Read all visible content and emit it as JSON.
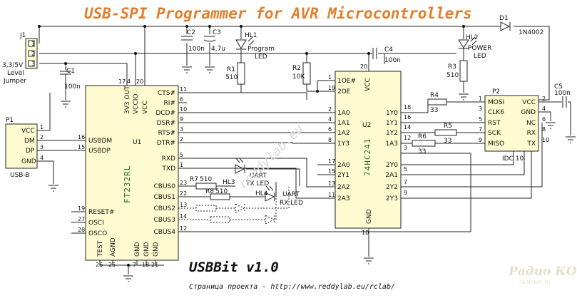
{
  "title": "USB-SPI Programmer for AVR Microcontrollers",
  "version": "USBBit v1.0",
  "project_line": "Страница проекта - http://www.reddylab.eu/rclab/",
  "watermark": "reddylab.eu",
  "logo": {
    "line1": "Радио КОТ",
    "line2": "radiokot.ru"
  },
  "j1": {
    "ref": "J1",
    "pins": [
      "1",
      "2",
      "3"
    ],
    "label1": "3,3/5V",
    "label2": "Level",
    "label3": "Jumper"
  },
  "p1": {
    "ref": "P1",
    "caption": "USB-B",
    "pins": [
      "VCC",
      "DM",
      "DP",
      "GND"
    ],
    "nums": [
      "1",
      "2",
      "3",
      "4"
    ]
  },
  "caps": {
    "c1": {
      "ref": "C1",
      "value": "100n"
    },
    "c2": {
      "ref": "C2",
      "value": "100n"
    },
    "c3": {
      "ref": "C3",
      "value": "4,7u"
    },
    "c4": {
      "ref": "C4",
      "value": "100n"
    },
    "c5": {
      "ref": "C5",
      "value": "100n"
    }
  },
  "resistors": {
    "r1": {
      "ref": "R1",
      "value": "510"
    },
    "r2": {
      "ref": "R2",
      "value": "10K"
    },
    "r3": {
      "ref": "R3",
      "value": "510"
    },
    "r4": {
      "ref": "R4",
      "value": "33"
    },
    "r5": {
      "ref": "R5",
      "value": "33"
    },
    "r6": {
      "ref": "R6",
      "value": "33"
    },
    "r7": {
      "ref": "R7",
      "value": "510"
    },
    "r8": {
      "ref": "R8",
      "value": "510"
    }
  },
  "leds": {
    "hl1": {
      "ref": "HL1",
      "l1": "Program",
      "l2": "LED"
    },
    "hl2": {
      "ref": "HL2",
      "l1": "POWER",
      "l2": "LED"
    },
    "hl3": {
      "ref": "HL3",
      "l1": "UART",
      "l2": "TX LED"
    },
    "hl4": {
      "ref": "HL4",
      "l1": "UART",
      "l2": "RX LED"
    }
  },
  "d1": {
    "ref": "D1",
    "value": "1N4002"
  },
  "u1": {
    "ref": "U1",
    "name": "FT232RL",
    "top_pins": [
      {
        "name": "3V3 OUT",
        "num": "17"
      },
      {
        "name": "VCCIO",
        "num": "4"
      },
      {
        "name": "VCC",
        "num": "20"
      }
    ],
    "left_pins": [
      {
        "name": "USBDM",
        "num": "16"
      },
      {
        "name": "USBDP",
        "num": "15"
      },
      {
        "name": "RESET#",
        "num": "19"
      },
      {
        "name": "OSCI",
        "num": "27"
      },
      {
        "name": "OSCO",
        "num": "28"
      }
    ],
    "right_pins": [
      {
        "name": "CTS#",
        "num": "11"
      },
      {
        "name": "RI#",
        "num": "6"
      },
      {
        "name": "DCD#",
        "num": "10"
      },
      {
        "name": "DSR#",
        "num": "9"
      },
      {
        "name": "RTS#",
        "num": "3"
      },
      {
        "name": "DTR#",
        "num": "2"
      },
      {
        "name": "RXD",
        "num": "5"
      },
      {
        "name": "TXD",
        "num": "1"
      },
      {
        "name": "CBUS0",
        "num": "23"
      },
      {
        "name": "CBUS1",
        "num": "22"
      },
      {
        "name": "CBUS2",
        "num": "13"
      },
      {
        "name": "CBUS3",
        "num": "14"
      },
      {
        "name": "CBUS4",
        "num": "12"
      }
    ],
    "bottom_pins": [
      {
        "name": "TEST",
        "num": "26"
      },
      {
        "name": "AGND",
        "num": "25"
      },
      {
        "name": "GND",
        "num": "7"
      },
      {
        "name": "GND",
        "num": "18"
      },
      {
        "name": "GND",
        "num": "21"
      }
    ]
  },
  "u2": {
    "ref": "U2",
    "name": "74HC241",
    "left_pins": [
      {
        "name": "1OE#",
        "num": "1"
      },
      {
        "name": "2OE",
        "num": "19"
      },
      {
        "name": "1A0",
        "num": "2"
      },
      {
        "name": "1A1",
        "num": "4"
      },
      {
        "name": "1A2",
        "num": "6"
      },
      {
        "name": "1Y3",
        "num": "8"
      },
      {
        "name": "2A0",
        "num": "17"
      },
      {
        "name": "2Y1",
        "num": "15"
      },
      {
        "name": "2A2",
        "num": "13"
      },
      {
        "name": "2A3",
        "num": "11"
      }
    ],
    "right_pins": [
      {
        "name": "1Y0",
        "num": "18"
      },
      {
        "name": "1Y1",
        "num": "16"
      },
      {
        "name": "1Y2",
        "num": "14"
      },
      {
        "name": "1A3",
        "num": "12"
      },
      {
        "name": "2Y0",
        "num": "3"
      },
      {
        "name": "2A1",
        "num": "5"
      },
      {
        "name": "2Y2",
        "num": "7"
      },
      {
        "name": "2Y3",
        "num": "9"
      }
    ],
    "top_pin": {
      "name": "VCC",
      "num": "20"
    },
    "bottom_pin": {
      "name": "GND",
      "num": "10"
    }
  },
  "p2": {
    "ref": "P2",
    "caption": "IDC 10",
    "left": [
      {
        "name": "MOSI",
        "num": "1"
      },
      {
        "name": "CLK6",
        "num": "3"
      },
      {
        "name": "RST",
        "num": "5"
      },
      {
        "name": "SCK",
        "num": "7"
      },
      {
        "name": "MISO",
        "num": "9"
      }
    ],
    "right": [
      {
        "name": "VCC",
        "num": "2"
      },
      {
        "name": "GND",
        "num": "4"
      },
      {
        "name": "NC",
        "num": "6"
      },
      {
        "name": "RX",
        "num": "8"
      },
      {
        "name": "TX",
        "num": "10"
      }
    ]
  }
}
